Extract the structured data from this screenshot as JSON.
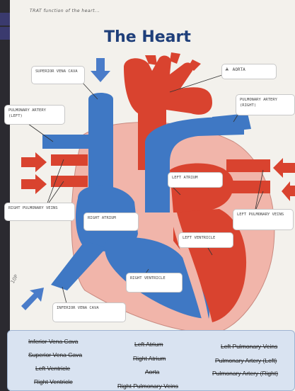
{
  "header": {
    "note": "TRAT function of the heart...",
    "title": "The Heart"
  },
  "labels": {
    "superior_vena_cava": "Superior Vena Cava",
    "aorta": "Aorta",
    "pulmonary_artery_right": "Pulmonary Artery (Right)",
    "pulmonary_artery_left": "Pulmonary Artery (Left)",
    "left_atrium": "Left Atrium",
    "right_pulmonary_veins": "Right Pulmonary Veins",
    "right_atrium": "Right Atrium",
    "left_pulmonary_veins": "Left Pulmonary Veins",
    "left_ventricle": "Left Ventricle",
    "right_ventricle": "Right Ventricle",
    "inferior_vena_cava": "Inferior Vena Cava",
    "aorta_scribble": "A"
  },
  "word_bank": {
    "col1": [
      "Inferior Vena Cava",
      "Superior Vena Cava",
      "Left Ventricle",
      "Right Ventricle"
    ],
    "col2": [
      "Left Atrium",
      "Right Atrium",
      "Aorta",
      "Right Pulmonary Veins"
    ],
    "col3": [
      "Left Pulmonary Veins",
      "Pulmonary Artery (Left)",
      "Pulmonary Artery (Right)"
    ]
  },
  "margin_note": "10P",
  "colors": {
    "oxygenated": "#d9432f",
    "deoxygenated": "#3f78c4",
    "muscle": "#f1b5aa",
    "arrow": "#4a7cc9",
    "arrow_red": "#d9432f"
  }
}
